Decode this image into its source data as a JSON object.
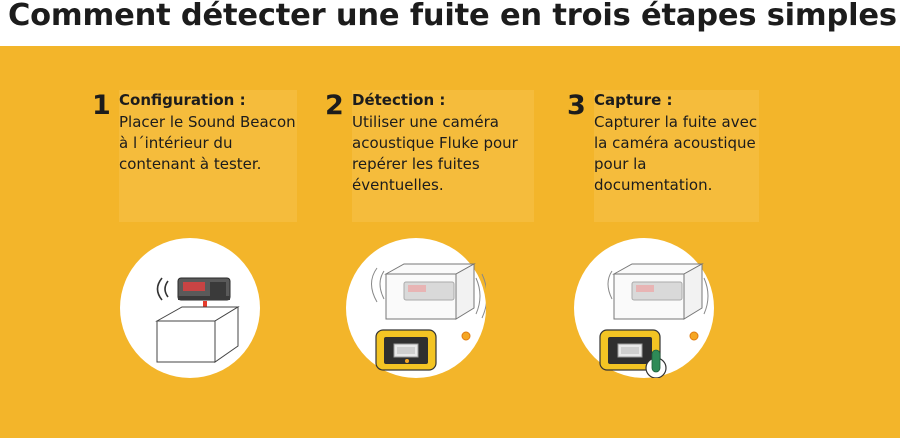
{
  "page": {
    "title": "Comment détecter une fuite en trois étapes simples",
    "background": "#f3b52a",
    "accent_text": "#1c1c1c"
  },
  "steps": [
    {
      "number": "1",
      "title": "Configuration :",
      "description": "Placer le Sound Beacon à l´intérieur du contenant à tester.",
      "illustration": "sound-beacon-into-box"
    },
    {
      "number": "2",
      "title": "Détection :",
      "description": "Utiliser une caméra acoustique Fluke pour repérer les fuites éventuelles.",
      "illustration": "acoustic-camera-detecting-leak"
    },
    {
      "number": "3",
      "title": "Capture :",
      "description": "Capturer la fuite avec la caméra acoustique pour la documentation.",
      "illustration": "finger-tapping-camera-capture"
    }
  ]
}
